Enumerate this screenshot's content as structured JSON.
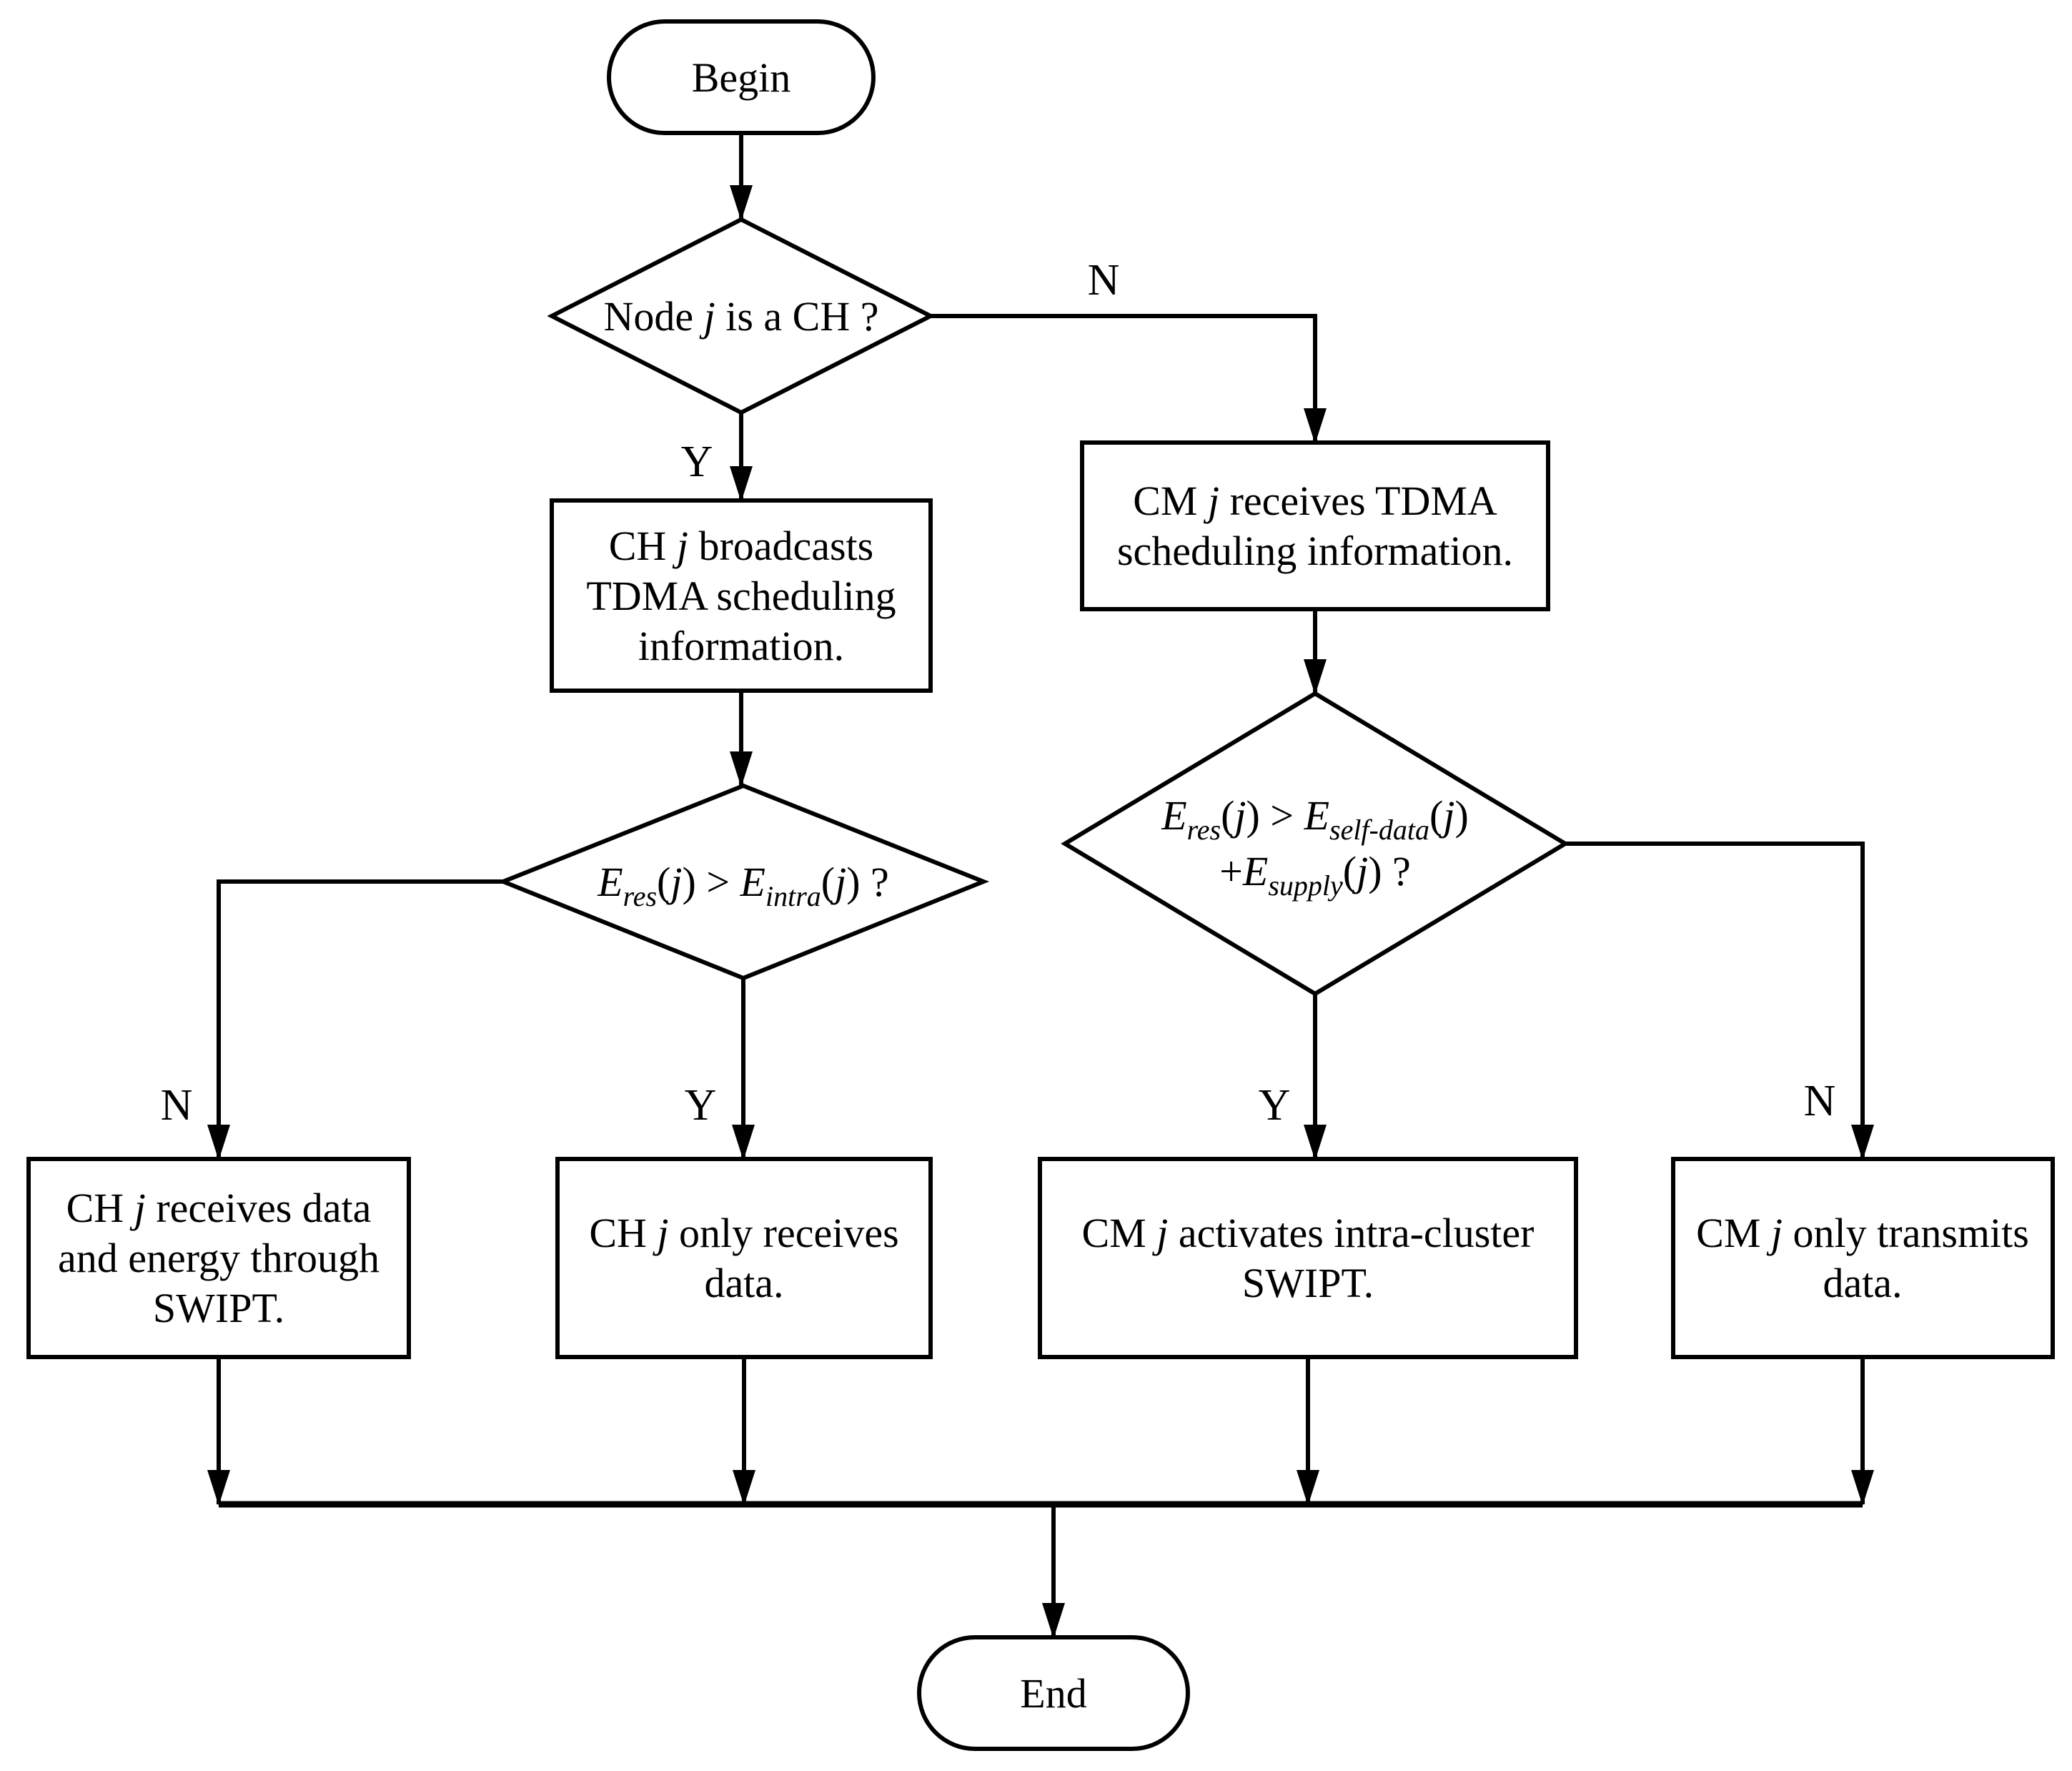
{
  "page": {
    "background": "#ffffff",
    "ink": "#000000"
  },
  "flowchart": {
    "begin": {
      "label": "Begin"
    },
    "end": {
      "label": "End"
    },
    "decision_is_ch": {
      "pre": "Node ",
      "var": "j",
      "post": " is a CH ?"
    },
    "box_ch_broadcasts": {
      "l1a": "CH ",
      "l1b": "j",
      "l1c": " broadcasts",
      "l2": "TDMA scheduling",
      "l3": "information."
    },
    "box_cm_receives": {
      "l1a": "CM ",
      "l1b": "j",
      "l1c": " receives TDMA",
      "l2": "scheduling information."
    },
    "decision_ch_energy": {
      "e1": "E",
      "s1": "res",
      "p1": "(",
      "j1": "j",
      "m1": ") > ",
      "e2": "E",
      "s2": "intra",
      "p2": "(",
      "j2": "j",
      "m2": ") ?"
    },
    "decision_cm_energy": {
      "l1": {
        "e1": "E",
        "s1": "res",
        "p1": "(",
        "j1": "j",
        "m1": ") > ",
        "e2": "E",
        "s2": "self-data",
        "p2": "(",
        "j2": "j",
        "m2": ")"
      },
      "l2": {
        "plus": "+",
        "e": "E",
        "s": "supply",
        "p": "(",
        "j": "j",
        "m": ") ?"
      }
    },
    "box_ch_swipt": {
      "l1a": "CH ",
      "l1b": "j",
      "l1c": " receives data",
      "l2": "and energy through",
      "l3": "SWIPT."
    },
    "box_ch_only_rx": {
      "l1a": "CH ",
      "l1b": "j",
      "l1c": " only receives",
      "l2": "data."
    },
    "box_cm_swipt": {
      "l1a": "CM ",
      "l1b": "j",
      "l1c": " activates intra-cluster",
      "l2": "SWIPT."
    },
    "box_cm_only_tx": {
      "l1a": "CM ",
      "l1b": "j",
      "l1c": " only transmits",
      "l2": "data."
    },
    "labels": {
      "is_ch_yes": "Y",
      "is_ch_no": "N",
      "ch_energy_no": "N",
      "ch_energy_yes": "Y",
      "cm_energy_yes": "Y",
      "cm_energy_no": "N"
    }
  }
}
